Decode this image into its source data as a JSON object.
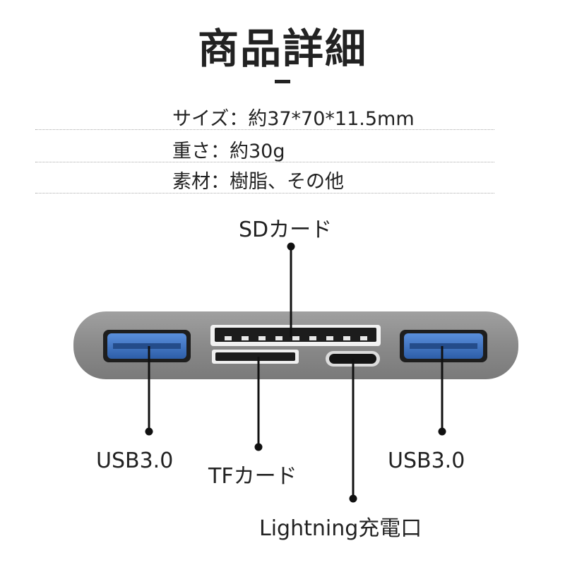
{
  "title": "商品詳細",
  "specs": [
    {
      "label": "サイズ",
      "value": "約37*70*11.5mm"
    },
    {
      "label": "重さ",
      "value": "約30g"
    },
    {
      "label": "素材",
      "value": "樹脂、その他"
    }
  ],
  "ports": {
    "sd_card": "SDカード",
    "usb_left": "USB3.0",
    "tf_card": "TFカード",
    "usb_right": "USB3.0",
    "lightning": "Lightning充電口"
  },
  "colors": {
    "hub_body": "#8c8c8c",
    "usb_blue": "#3f74c4",
    "text": "#222222"
  }
}
